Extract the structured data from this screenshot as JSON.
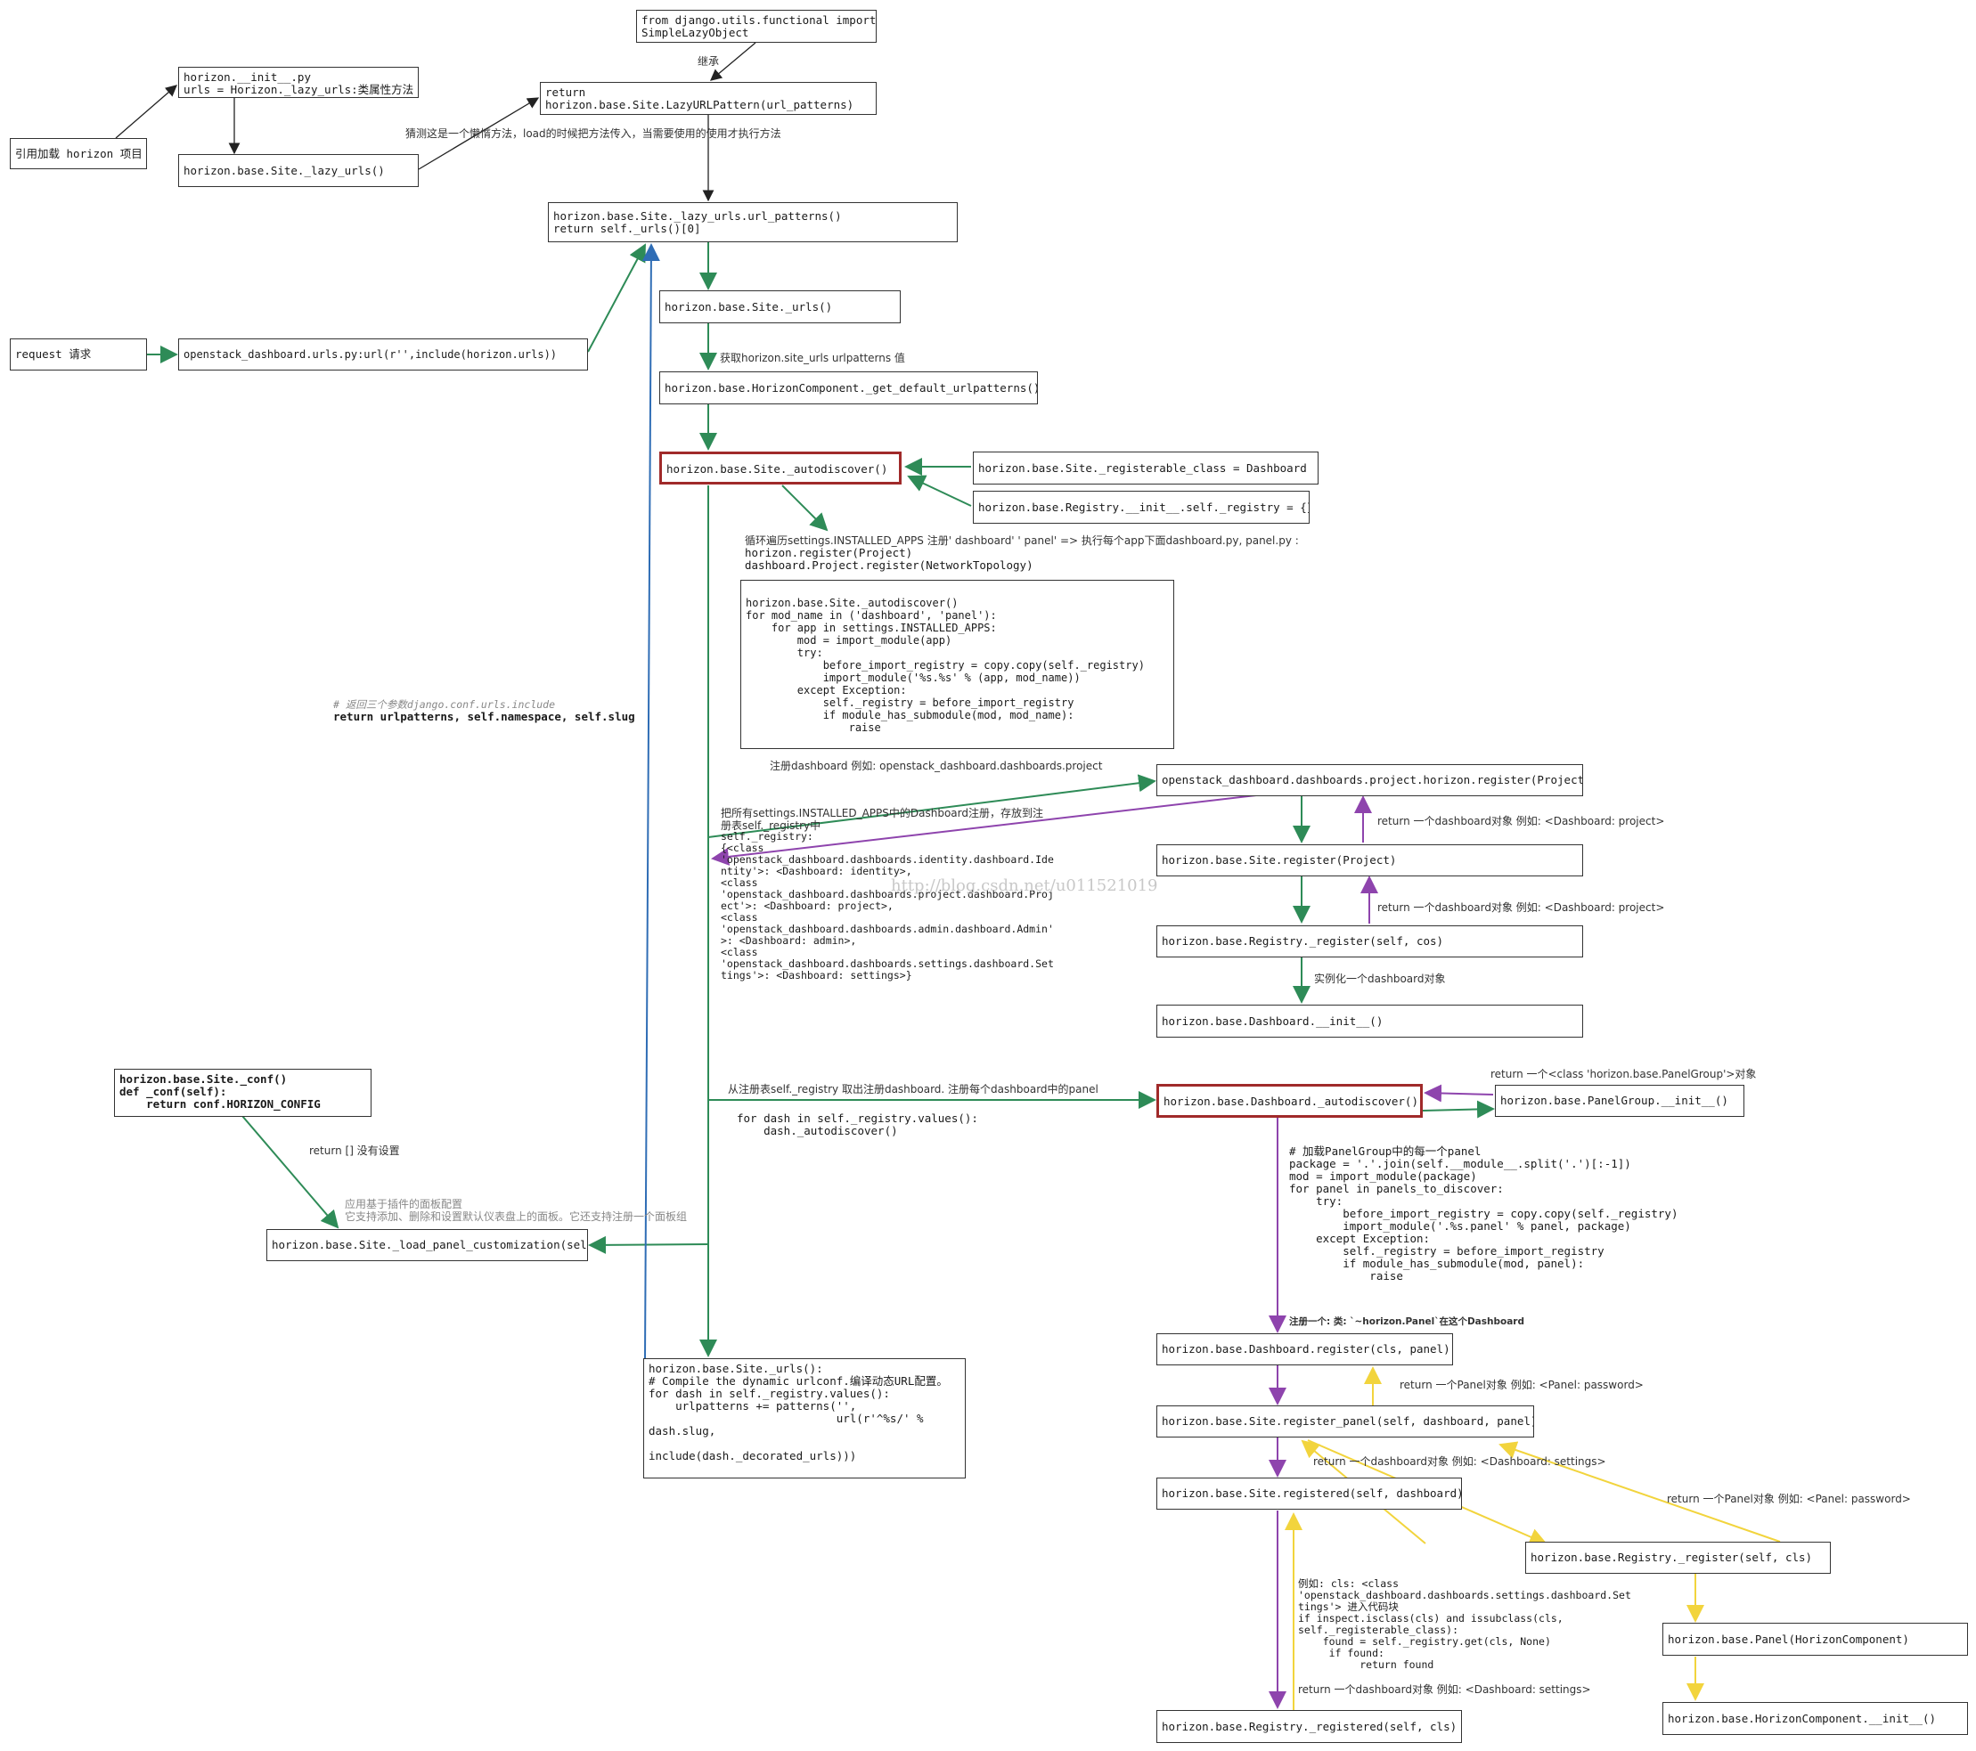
{
  "colors": {
    "green": "#2e8b57",
    "purple": "#8e44ad",
    "yellow": "#f2d43d",
    "blue": "#2f6db5",
    "black": "#222222",
    "red_border": "#a02a2a"
  },
  "boxes": {
    "simple_lazy": "from django.utils.functional import\nSimpleLazyObject",
    "horizon_init": "horizon.__init__.py\nurls = Horizon._lazy_urls:类属性方法",
    "load_project": "引用加载 horizon 项目",
    "lazy_url_pattern": "return\nhorizon.base.Site.LazyURLPattern(url_patterns)",
    "site_lazy_urls": "horizon.base.Site._lazy_urls()",
    "lazy_urls_patterns": "horizon.base.Site._lazy_urls.url_patterns()\nreturn self._urls()[0]",
    "site_urls_short": "horizon.base.Site._urls()",
    "request": "request 请求",
    "openstack_urls": "openstack_dashboard.urls.py:url(r'',include(horizon.urls))",
    "get_default_urlpatterns": "horizon.base.HorizonComponent._get_default_urlpatterns()",
    "autodiscover": "horizon.base.Site._autodiscover()",
    "registerable_class": "horizon.base.Site._registerable_class = Dashboard",
    "registry_init": "horizon.base.Registry.__init__.self._registry = {}",
    "project_register": "openstack_dashboard.dashboards.project.horizon.register(Project)",
    "site_register": "horizon.base.Site.register(Project)",
    "registry_register": "horizon.base.Registry._register(self, cos)",
    "dashboard_init": "horizon.base.Dashboard.__init__()",
    "site_conf": "horizon.base.Site._conf()\ndef _conf(self):\n    return conf.HORIZON_CONFIG",
    "dashboard_autodiscover": "horizon.base.Dashboard._autodiscover()",
    "panelgroup_init": "horizon.base.PanelGroup.__init__()",
    "load_panel_customization": "horizon.base.Site._load_panel_customization(self)",
    "dashboard_register": "horizon.base.Dashboard.register(cls, panel)",
    "site_register_panel": "horizon.base.Site.register_panel(self, dashboard, panel)",
    "site_registered": "horizon.base.Site.registered(self, dashboard)",
    "registry_register_cls": "horizon.base.Registry._register(self, cls)",
    "base_panel": "horizon.base.Panel(HorizonComponent)",
    "registry_registered": "horizon.base.Registry._registered(self, cls)",
    "horizoncomponent_init": "horizon.base.HorizonComponent.__init__()"
  },
  "labels": {
    "inherit": "继承",
    "guess_lazy": "猜测这是一个懒惰方法，load的时候把方法传入，当需要使用的使用才执行方法",
    "get_site_urls": "获取horizon.site_urls urlpatterns 值",
    "loop_installed": "循环遍历settings.INSTALLED_APPS 注册' dashboard' ' panel' => 执行每个app下面dashboard.py, panel.py :",
    "loop_code": "horizon.register(Project)\ndashboard.Project.register(NetworkTopology)",
    "return_params_comment": "# 返回三个参数django.conf.urls.include",
    "return_params_code": "return urlpatterns, self.namespace, self.slug",
    "register_dashboard_example": "注册dashboard 例如: openstack_dashboard.dashboards.project",
    "return_dashboard_obj_1": "return 一个dashboard对象 例如: <Dashboard: project>",
    "return_dashboard_obj_2": "return 一个dashboard对象 例如: <Dashboard: project>",
    "instantiate_dashboard": "实例化一个dashboard对象",
    "all_installed_registry": "把所有settings.INSTALLED_APPS中的Dashboard注册，存放到注\n册表self._registry中",
    "registry_dump": "self._registry:\n{<class\n'openstack_dashboard.dashboards.identity.dashboard.Ide\nntity'>: <Dashboard: identity>,\n<class\n'openstack_dashboard.dashboards.project.dashboard.Proj\nect'>: <Dashboard: project>,\n<class\n'openstack_dashboard.dashboards.admin.dashboard.Admin'\n>: <Dashboard: admin>,\n<class\n'openstack_dashboard.dashboards.settings.dashboard.Set\ntings'>: <Dashboard: settings>}",
    "return_panelgroup": "return 一个<class 'horizon.base.PanelGroup'>对象",
    "take_registry": "从注册表self._registry 取出注册dashboard. 注册每个dashboard中的panel",
    "for_dash_code": "for dash in self._registry.values():\n    dash._autodiscover()",
    "return_not_set": "return [] 没有设置",
    "plugin_config": "应用基于插件的面板配置\n它支持添加、删除和设置默认仪表盘上的面板。它还支持注册一个面板组",
    "register_class_in_dash": "注册一个: 类: `~horizon.Panel`在这个Dashboard",
    "return_panel_password_1": "return 一个Panel对象 例如: <Panel: password>",
    "return_dashboard_settings_1": "return 一个dashboard对象 例如: <Dashboard: settings>",
    "return_panel_password_2": "return 一个Panel对象 例如: <Panel: password>",
    "return_dashboard_settings_2": "return 一个dashboard对象 例如: <Dashboard: settings>",
    "example_cls_code": "例如: cls: <class\n'openstack_dashboard.dashboards.settings.dashboard.Set\ntings'> 进入代码块\nif inspect.isclass(cls) and issubclass(cls,\nself._registerable_class):\n    found = self._registry.get(cls, None)\n     if found:\n          return found",
    "autodiscover_code": "horizon.base.Site._autodiscover()\nfor mod_name in ('dashboard', 'panel'):\n    for app in settings.INSTALLED_APPS:\n        mod = import_module(app)\n        try:\n            before_import_registry = copy.copy(self._registry)\n            import_module('%s.%s' % (app, mod_name))\n        except Exception:\n            self._registry = before_import_registry\n            if module_has_submodule(mod, mod_name):\n                raise",
    "panel_discover_code": "# 加载PanelGroup中的每一个panel\npackage = '.'.join(self.__module__.split('.')[:-1])\nmod = import_module(package)\nfor panel in panels_to_discover:\n    try:\n        before_import_registry = copy.copy(self._registry)\n        import_module('.%s.panel' % panel, package)\n    except Exception:\n        self._registry = before_import_registry\n        if module_has_submodule(mod, panel):\n            raise",
    "site_urls_code": "horizon.base.Site._urls():\n# Compile the dynamic urlconf.编译动态URL配置。\nfor dash in self._registry.values():\n    urlpatterns += patterns('',\n                            url(r'^%s/' %\ndash.slug,\n\ninclude(dash._decorated_urls)))",
    "watermark": "http://blog.csdn.net/u011521019"
  }
}
